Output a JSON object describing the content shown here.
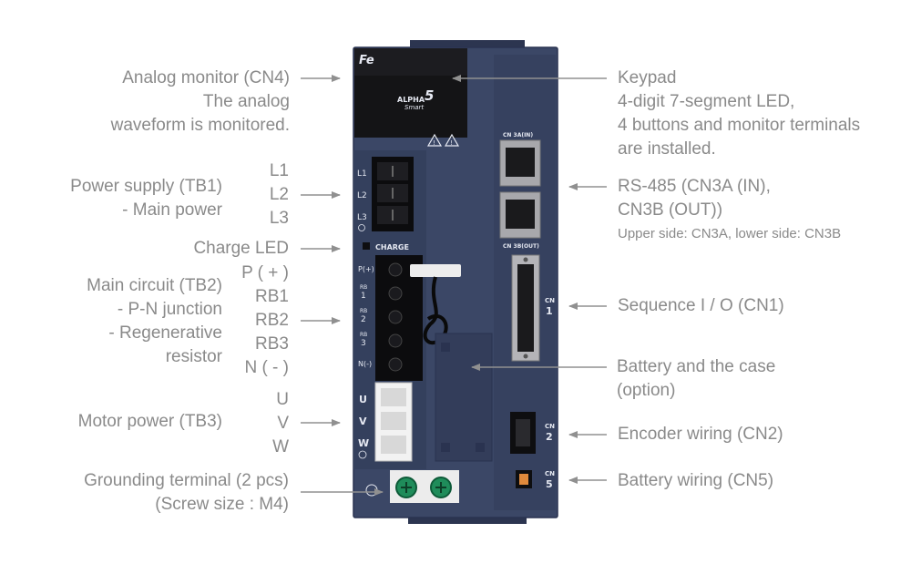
{
  "device": {
    "brand_mark": "Fe",
    "model_line1": "ALPHA",
    "model_number": "5",
    "model_line2": "Smart",
    "cn3a_label": "CN 3A(IN)",
    "cn3b_label": "CN 3B(OUT)",
    "charge_label": "CHARGE",
    "cn1_label": [
      "CN",
      "1"
    ],
    "cn2_label": [
      "CN",
      "2"
    ],
    "cn5_label": [
      "CN",
      "5"
    ],
    "tb1_terminals": [
      "L1",
      "L2",
      "L3"
    ],
    "tb2_terminals": [
      "P(+)",
      "RB",
      "1",
      "RB",
      "2",
      "RB",
      "3",
      "N(-)"
    ],
    "tb3_terminals": [
      "U",
      "V",
      "W"
    ]
  },
  "left_callouts": {
    "analog_monitor": [
      "Analog monitor (CN4)",
      "The analog",
      "waveform is monitored."
    ],
    "power_supply": [
      "Power supply (TB1)",
      "- Main power"
    ],
    "tb1_terminals": [
      "L1",
      "L2",
      "L3"
    ],
    "charge_led": "Charge LED",
    "main_circuit": [
      "Main circuit (TB2)",
      "- P-N junction",
      "- Regenerative",
      "resistor"
    ],
    "tb2_terminals": [
      "P ( + )",
      "RB1",
      "RB2",
      "RB3",
      "N ( - )"
    ],
    "motor_power": "Motor power (TB3)",
    "tb3_terminals": [
      "U",
      "V",
      "W"
    ],
    "grounding": [
      "Grounding terminal (2 pcs)",
      "(Screw size : M4)"
    ]
  },
  "right_callouts": {
    "keypad": [
      "Keypad",
      "4-digit 7-segment LED,",
      "4 buttons and monitor terminals",
      "are installed."
    ],
    "rs485": [
      "RS-485 (CN3A (IN),",
      "CN3B (OUT))"
    ],
    "rs485_note": "Upper side: CN3A, lower side: CN3B",
    "sequence_io": "Sequence I / O (CN1)",
    "battery_case": [
      "Battery and the case",
      "(option)"
    ],
    "encoder": "Encoder wiring (CN2)",
    "battery_wiring": "Battery wiring (CN5)"
  },
  "colors": {
    "body": "#3b4766",
    "text": "#8a8a8a",
    "arrow": "#909090"
  }
}
